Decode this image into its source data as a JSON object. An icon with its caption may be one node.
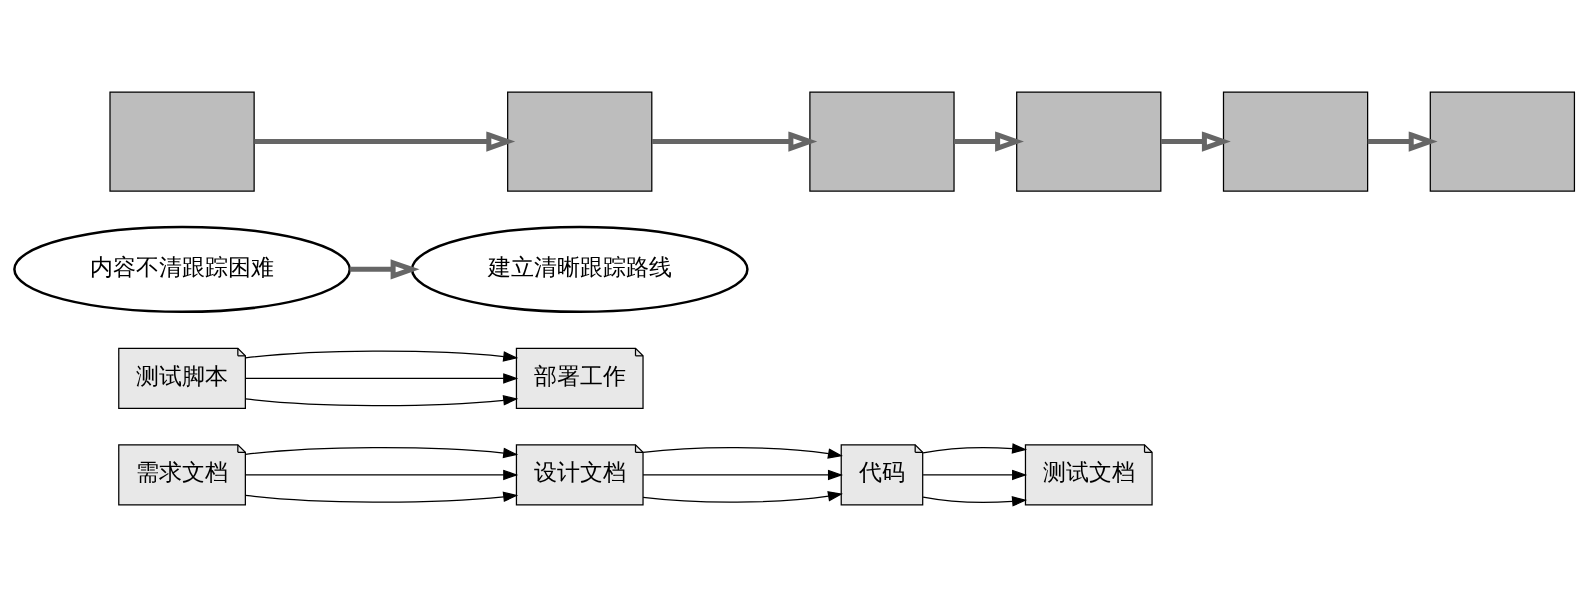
{
  "diagram": {
    "nodes": [
      {
        "text": [
          "需求文档"
        ]
      },
      {
        "text": [
          "设计文档"
        ]
      },
      {
        "text": [
          "代码"
        ]
      },
      {
        "text": [
          "测试文档"
        ]
      },
      {
        "text": [
          "测试脚本"
        ]
      },
      {
        "text": [
          "部署工作"
        ]
      },
      {
        "text": [
          "内容不清跟踪困难"
        ]
      },
      {
        "text": [
          "建立清晰跟踪路线"
        ]
      },
      {
        "text": [],
        "shape": "box"
      },
      {
        "text": [],
        "shape": "box"
      },
      {
        "text": [],
        "shape": "box"
      },
      {
        "text": [],
        "shape": "box"
      },
      {
        "text": [],
        "shape": "box"
      },
      {
        "text": [],
        "shape": "box"
      }
    ],
    "edges": [
      {
        "from": 0,
        "to": 1,
        "arrow": "to"
      },
      {
        "from": 0,
        "to": 1,
        "arrow": "to"
      },
      {
        "from": 0,
        "to": 1,
        "arrow": "to"
      },
      {
        "from": 1,
        "to": 2,
        "arrow": "to"
      },
      {
        "from": 1,
        "to": 2,
        "arrow": "to"
      },
      {
        "from": 1,
        "to": 2,
        "arrow": "to"
      },
      {
        "from": 2,
        "to": 3,
        "arrow": "to"
      },
      {
        "from": 2,
        "to": 3,
        "arrow": "to"
      },
      {
        "from": 2,
        "to": 3,
        "arrow": "to"
      },
      {
        "from": 4,
        "to": 5,
        "arrow": "to"
      },
      {
        "from": 4,
        "to": 5,
        "arrow": "to"
      },
      {
        "from": 4,
        "to": 5,
        "arrow": "to"
      },
      {
        "from": 6,
        "to": 7,
        "arrow": "to",
        "style": "thick",
        "color": "#666666"
      },
      {
        "from": 8,
        "to": 9,
        "arrow": "to",
        "style": "thick",
        "color": "#666666"
      },
      {
        "from": 9,
        "to": 10,
        "arrow": "to",
        "style": "thick",
        "color": "#666666"
      },
      {
        "from": 10,
        "to": 11,
        "arrow": "to",
        "style": "thick",
        "color": "#666666"
      },
      {
        "from": 11,
        "to": 12,
        "arrow": "to",
        "style": "thick",
        "color": "#666666"
      },
      {
        "from": 12,
        "to": 13,
        "arrow": "to",
        "style": "thick",
        "color": "#666666"
      }
    ]
  }
}
